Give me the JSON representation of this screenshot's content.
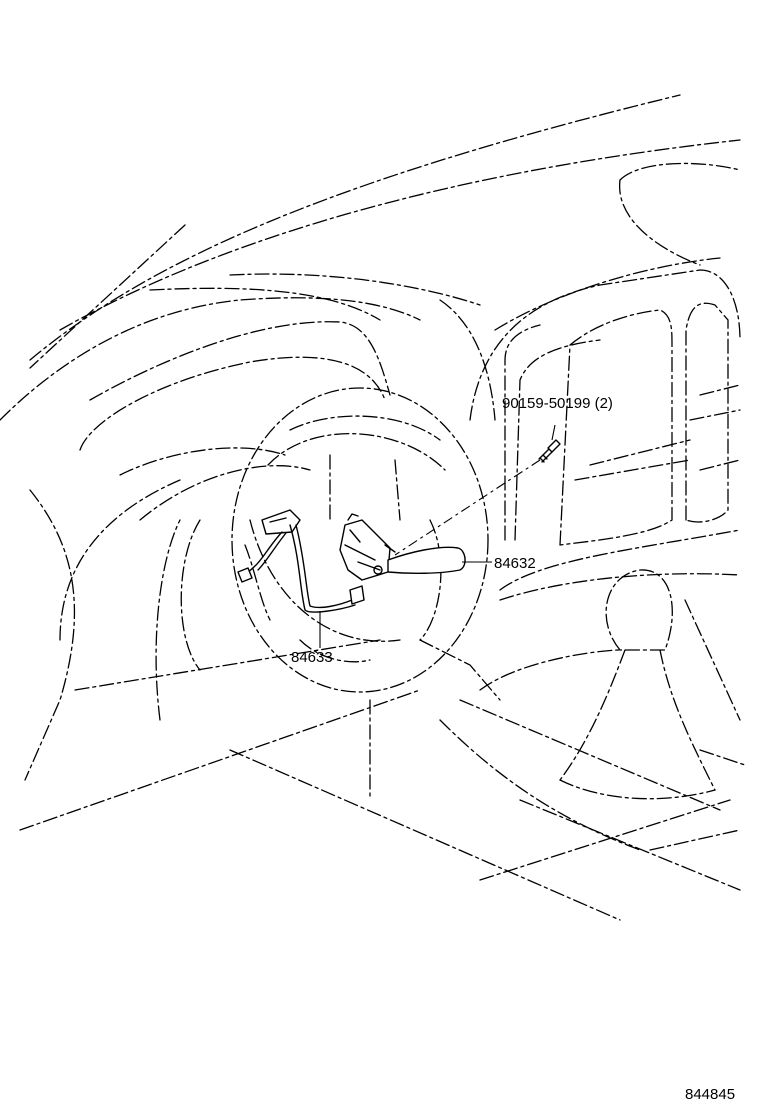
{
  "labels": {
    "bolt": "90159-50199 (2)",
    "switch": "84632",
    "harness": "84633",
    "diagram_code": "844845"
  },
  "colors": {
    "line": "#000000",
    "background": "#ffffff"
  }
}
